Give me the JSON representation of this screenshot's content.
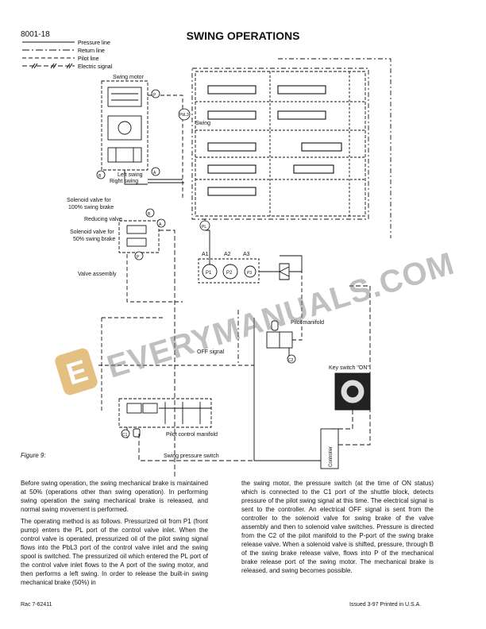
{
  "header": {
    "doc_number": "8001-18",
    "title": "SWING OPERATIONS"
  },
  "legend": [
    {
      "label": "Pressure line",
      "style": "solid"
    },
    {
      "label": "Return line",
      "style": "dash-dot"
    },
    {
      "label": "Pilot line",
      "style": "dashed"
    },
    {
      "label": "Electric signal",
      "style": "slashed"
    }
  ],
  "diagram_labels": {
    "swing_motor": "Swing motor",
    "left_swing": "Left swing",
    "right_swing": "Right swing",
    "solenoid_100": "Solenoid valve for\n100% swing brake",
    "reducing_valve": "Reducing valve",
    "solenoid_50": "Solenoid valve for\n50% swing brake",
    "valve_assembly": "Valve assembly",
    "port_p": "P",
    "port_b": "B",
    "port_a": "A",
    "port_pl": "PL",
    "port_pbl3": "PbL3",
    "swing": "Swing",
    "a1": "A1",
    "a2": "A2",
    "a3": "A3",
    "p1": "P1",
    "p2": "P2",
    "p3": "P3",
    "pilot_manifold": "Pilot manifold",
    "off_signal": "OFF signal",
    "c2": "C2",
    "key_switch": "Key switch \"ON\"",
    "controller": "Controller",
    "pilot_control_manifold": "Pilot control manifold",
    "c1": "C1",
    "swing_pressure_switch": "Swing pressure switch"
  },
  "watermark": {
    "text": "EVERYMANUALS.COM",
    "logo_letter": "E"
  },
  "figure_caption": "Figure 9:",
  "body": {
    "left": [
      "Before swing operation, the swing mechanical brake is maintained at 50% (operations other than swing operation). In performing swing operation the swing mechanical brake is released, and normal swing movement is performed.",
      "The operating method is as follows. Pressurized oil from P1 (front pump) enters the PL port of the control valve inlet. When the control valve is operated, pressurized oil of the pilot swing signal flows into the PbL3 port of the control valve inlet and the swing spool is switched. The pressurized oil which entered the PL port of the control valve inlet flows to the A port of the swing motor, and then performs a left swing. In order to release the built-in swing mechanical brake (50%) in"
    ],
    "right": [
      "the swing motor, the pressure switch (at the time of ON status) which is connected to the C1 port of the shuttle block, detects pressure of the pilot swing signal at this time. The electrical signal is sent to the controller. An electrical OFF signal is sent from the controller to the solenoid valve for swing brake of the valve assembly and then to solenoid valve switches. Pressure is directed from the C2 of the pilot manifold to the P-port of the swing brake release valve. When a solenoid valve is shifted, pressure, through B of the swing brake release valve, flows into P of the mechanical brake release port of the swing motor. The mechanical brake is released, and swing becomes possible."
    ]
  },
  "footer": {
    "left": "Rac 7-62411",
    "right": "Issued 3-97    Printed in U.S.A."
  }
}
